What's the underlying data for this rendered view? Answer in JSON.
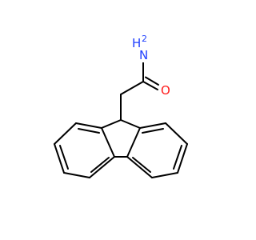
{
  "molecule": {
    "atoms": {
      "amide_n": {
        "symbol": "N",
        "hydrogens": "H",
        "hydrogen_count": "2",
        "color": "#1f3fff"
      },
      "carbonyl_o": {
        "symbol": "O",
        "color": "#ff1a1a"
      }
    },
    "bond_color": "#000000"
  }
}
